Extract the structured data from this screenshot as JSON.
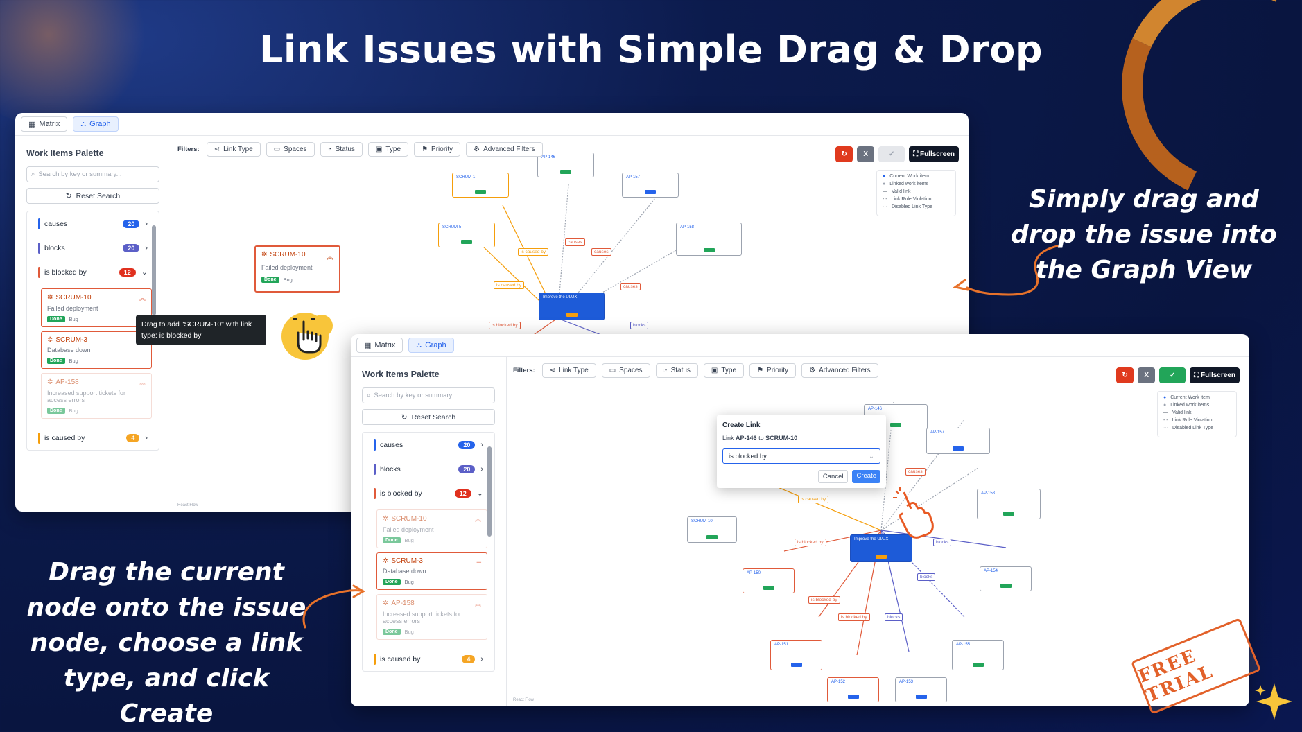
{
  "headline": "Link Issues with Simple Drag & Drop",
  "side_right": "Simply drag and drop the issue into the Graph View",
  "side_left": "Drag the current node onto the issue node, choose a link type, and click Create",
  "stamp": "FREE TRIAL",
  "colors": {
    "accent": "#2563eb",
    "orange": "#e05a3a",
    "navy": "#0c1b4d"
  },
  "view_tabs": {
    "matrix": "Matrix",
    "graph": "Graph"
  },
  "palette": {
    "title": "Work Items Palette",
    "search_placeholder": "Search by key or summary...",
    "reset": "Reset Search",
    "groups": {
      "causes": {
        "label": "causes",
        "count": "20"
      },
      "blocks": {
        "label": "blocks",
        "count": "20"
      },
      "blocked_by": {
        "label": "is blocked by",
        "count": "12"
      },
      "caused_by": {
        "label": "is caused by",
        "count": "4"
      }
    },
    "cards": [
      {
        "key": "SCRUM-10",
        "summary": "Failed deployment",
        "status": "Done",
        "type": "Bug"
      },
      {
        "key": "SCRUM-3",
        "summary": "Database down",
        "status": "Done",
        "type": "Bug"
      },
      {
        "key": "AP-158",
        "summary": "Increased support tickets for access errors",
        "status": "Done",
        "type": "Bug"
      }
    ]
  },
  "filters": {
    "label": "Filters:",
    "items": [
      "Link Type",
      "Spaces",
      "Status",
      "Type",
      "Priority",
      "Advanced Filters"
    ]
  },
  "toolbar": {
    "x": "X",
    "fullscreen": "Fullscreen"
  },
  "legend": [
    "Current Work item",
    "Linked work items",
    "Valid link",
    "Link Rule Violation",
    "Disabled Link Type"
  ],
  "tooltip": "Drag to add \"SCRUM-10\" with link type: is blocked by",
  "drag_card": {
    "key": "SCRUM-10",
    "summary": "Failed deployment",
    "status": "Done",
    "type": "Bug"
  },
  "modal": {
    "title": "Create Link",
    "link_prefix": "Link",
    "from": "AP-146",
    "to_word": "to",
    "to": "SCRUM-10",
    "select_value": "is blocked by",
    "cancel": "Cancel",
    "create": "Create"
  },
  "react_flow": "React Flow",
  "edge_labels": {
    "causes": "causes",
    "caused_by": "is caused by",
    "blocked_by": "is blocked by",
    "blocks": "blocks"
  }
}
